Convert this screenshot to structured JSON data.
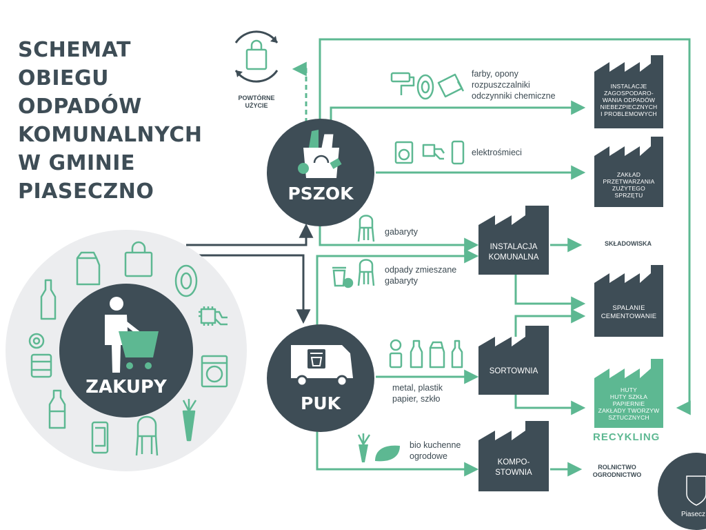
{
  "title_lines": [
    "SCHEMAT",
    "OBIEGU",
    "ODPADÓW",
    "KOMUNALNYCH",
    "W GMINIE",
    "PIASECZNO"
  ],
  "nodes": {
    "zakupy": "ZAKUPY",
    "pszok": "PSZOK",
    "puk": "PUK",
    "reuse": [
      "POWTÓRNE",
      "UŻYCIE"
    ]
  },
  "flows": {
    "hazardous": [
      "farby, opony",
      "rozpuszczalniki",
      "odczynniki chemiczne"
    ],
    "electro": "elektrośmieci",
    "bulky": "gabaryty",
    "mixed": [
      "odpady zmieszane",
      "gabaryty"
    ],
    "recyclables": [
      "metal, plastik",
      "papier, szkło"
    ],
    "bio": [
      "bio kuchenne",
      "ogrodowe"
    ]
  },
  "facilities": {
    "hazardous_plant": [
      "INSTALACJE",
      "ZAGOSPODARO-",
      "WANIA ODPADÓW",
      "NIEBEZPIECZNYCH",
      "I PROBLEMOWYCH"
    ],
    "electro_plant": [
      "ZAKŁAD",
      "PRZETWARZANIA",
      "ZUŻYTEGO",
      "SPRZĘTU"
    ],
    "municipal": [
      "INSTALACJA",
      "KOMUNALNA"
    ],
    "incineration": [
      "SPALANIE",
      "CEMENTOWANIE"
    ],
    "sorting": "SORTOWNIA",
    "composting": [
      "KOMPO-",
      "STOWNIA"
    ],
    "recycling_plant": [
      "HUTY",
      "HUTY SZKŁA",
      "PAPIERNIE",
      "ZAKŁADY TWORZYW",
      "SZTUCZNYCH"
    ]
  },
  "destinations": {
    "landfill": "SKŁADOWISKA",
    "recycling": "RECYKLING",
    "agriculture": [
      "ROLNICTWO",
      "OGRODNICTWO"
    ]
  },
  "logo": "Piasecz",
  "colors": {
    "dark": "#3e4d56",
    "green": "#5db892",
    "light_circle": "#ecedef",
    "recycling_factory": "#5db892"
  },
  "icons": [
    "milk-carton-icon",
    "shopping-bag-icon",
    "tire-icon",
    "bottle-icon",
    "chip-icon",
    "tape-icon",
    "can-icon",
    "washing-machine-icon",
    "plastic-bottle-icon",
    "phone-icon",
    "chair-icon",
    "carrot-icon",
    "shopper-with-cart-icon",
    "truck-icon",
    "recycle-bag-icon",
    "paint-roller-icon",
    "paint-bucket-icon",
    "leaf-icon"
  ]
}
